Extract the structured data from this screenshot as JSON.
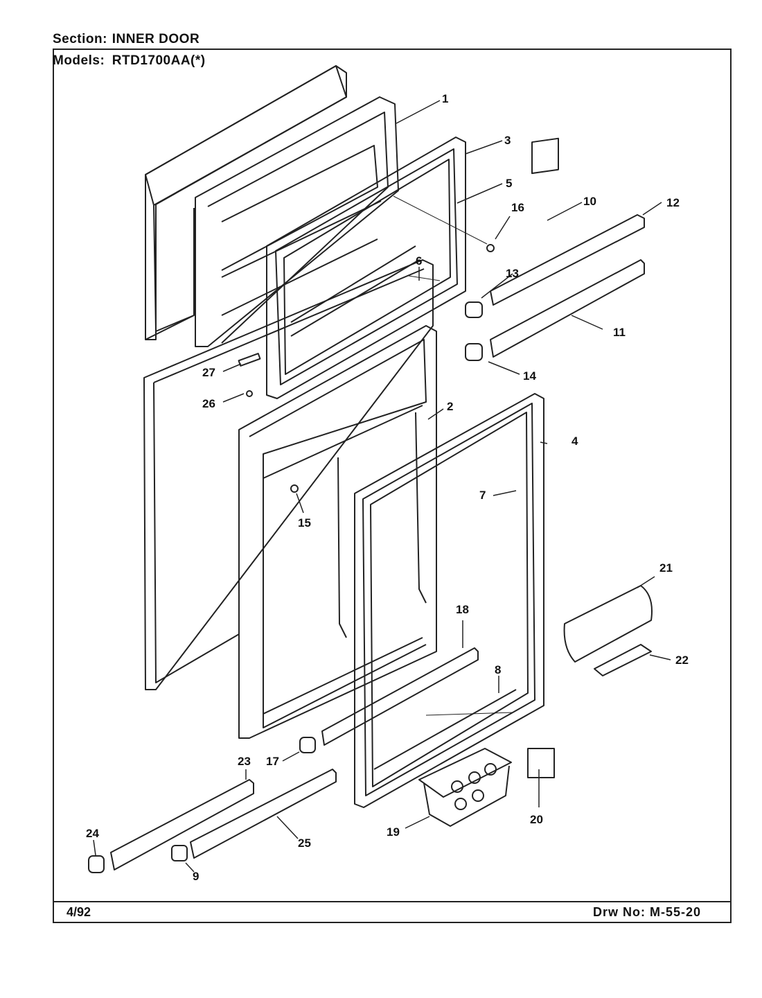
{
  "header": {
    "section_label": "Section:",
    "section_value": "INNER DOOR",
    "models_label": "Models:",
    "models_value": "RTD1700AA(*)"
  },
  "footer": {
    "date": "4/92",
    "drawing_no": "Drw No: M-55-20"
  },
  "callouts": [
    "1",
    "2",
    "3",
    "4",
    "5",
    "6",
    "7",
    "8",
    "9",
    "10",
    "11",
    "12",
    "13",
    "14",
    "15",
    "16",
    "17",
    "18",
    "19",
    "20",
    "21",
    "22",
    "23",
    "24",
    "25",
    "26",
    "27"
  ]
}
